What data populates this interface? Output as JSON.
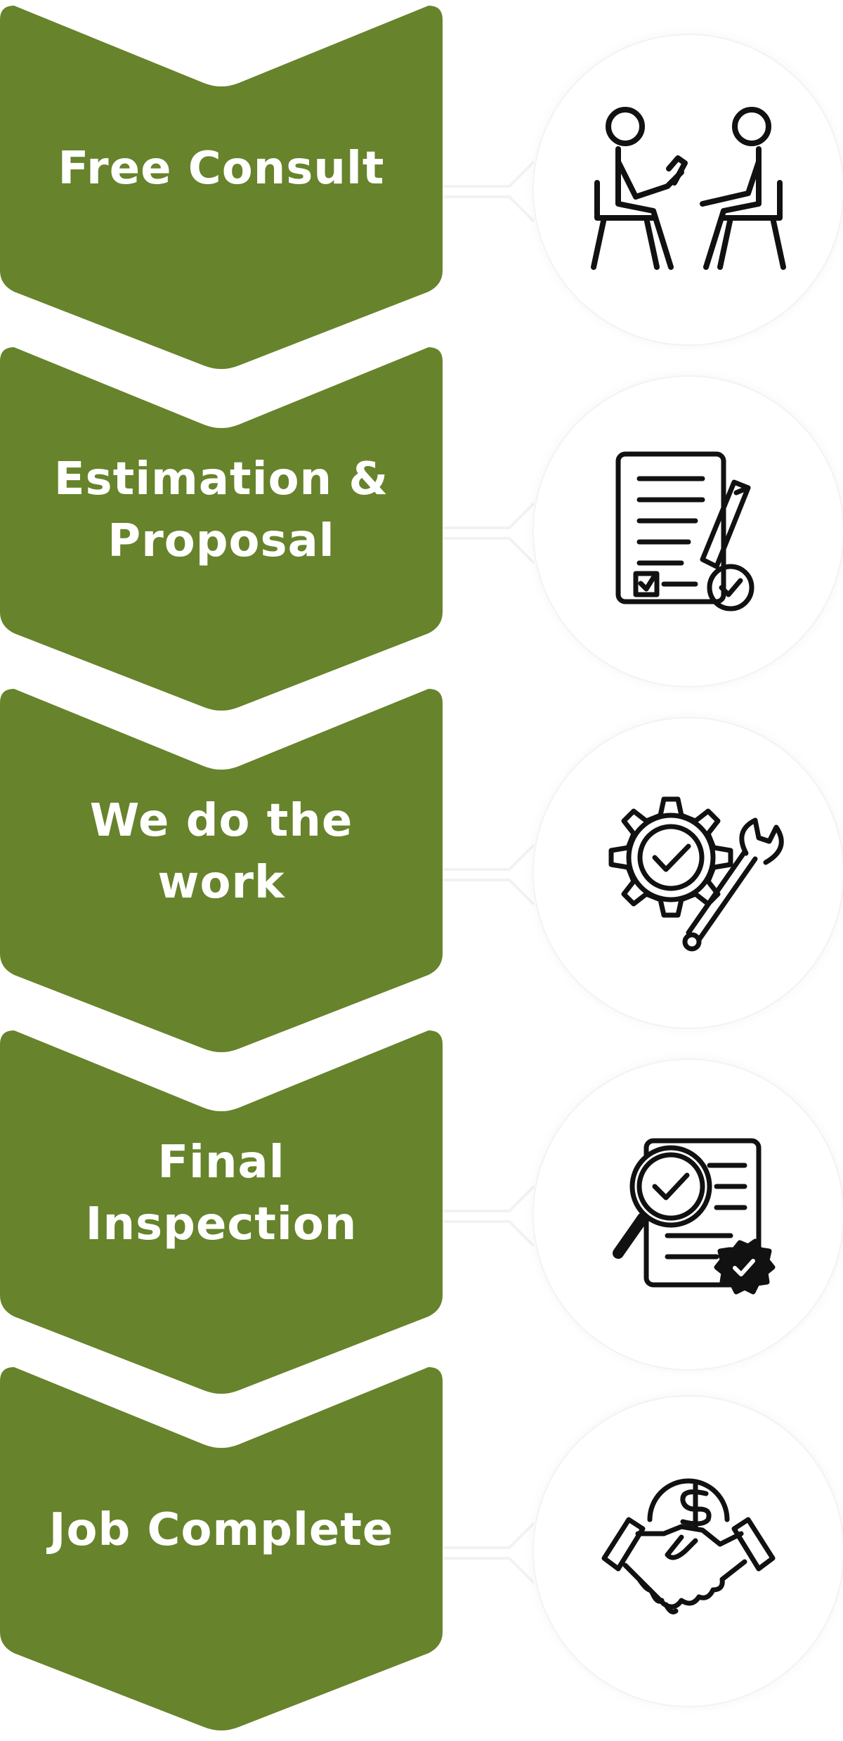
{
  "colors": {
    "chevron_fill": "#67832b",
    "label_text": "#ffffff",
    "icon_stroke": "#111111",
    "connector": "#f2f2f2"
  },
  "steps": [
    {
      "label": "Free Consult",
      "icon": "consultation-icon"
    },
    {
      "label": "Estimation & Proposal",
      "icon": "proposal-document-icon"
    },
    {
      "label": "We do the work",
      "icon": "gear-wrench-icon"
    },
    {
      "label": "Final Inspection",
      "icon": "inspection-magnifier-icon"
    },
    {
      "label": "Job Complete",
      "icon": "handshake-dollar-icon"
    }
  ]
}
